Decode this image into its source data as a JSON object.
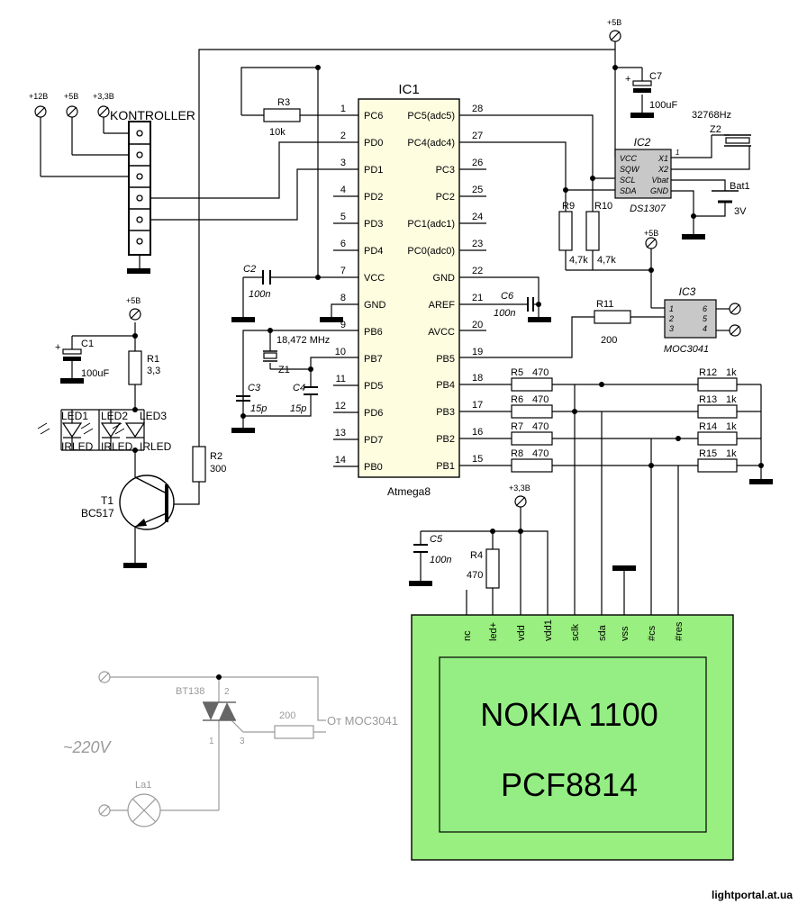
{
  "colors": {
    "lcd_body": "#99ef7f",
    "lcd_screen": "#94ee84",
    "ic_gray": "#c8c8c8",
    "wire": "#000000",
    "mains_gray": "#9a9a9a"
  },
  "ic1": {
    "name": "IC1",
    "part": "Atmega8",
    "left_pins": [
      {
        "num": "1",
        "label": "PC6"
      },
      {
        "num": "2",
        "label": "PD0"
      },
      {
        "num": "3",
        "label": "PD1"
      },
      {
        "num": "4",
        "label": "PD2"
      },
      {
        "num": "5",
        "label": "PD3"
      },
      {
        "num": "6",
        "label": "PD4"
      },
      {
        "num": "7",
        "label": "VCC"
      },
      {
        "num": "8",
        "label": "GND"
      },
      {
        "num": "9",
        "label": "PB6"
      },
      {
        "num": "10",
        "label": "PB7"
      },
      {
        "num": "11",
        "label": "PD5"
      },
      {
        "num": "12",
        "label": "PD6"
      },
      {
        "num": "13",
        "label": "PD7"
      },
      {
        "num": "14",
        "label": "PB0"
      }
    ],
    "right_pins": [
      {
        "num": "28",
        "label": "PC5(adc5)"
      },
      {
        "num": "27",
        "label": "PC4(adc4)"
      },
      {
        "num": "26",
        "label": "PC3"
      },
      {
        "num": "25",
        "label": "PC2"
      },
      {
        "num": "24",
        "label": "PC1(adc1)"
      },
      {
        "num": "23",
        "label": "PC0(adc0)"
      },
      {
        "num": "22",
        "label": "GND"
      },
      {
        "num": "21",
        "label": "AREF"
      },
      {
        "num": "20",
        "label": "AVCC"
      },
      {
        "num": "19",
        "label": "PB5"
      },
      {
        "num": "18",
        "label": "PB4"
      },
      {
        "num": "17",
        "label": "PB3"
      },
      {
        "num": "16",
        "label": "PB2"
      },
      {
        "num": "15",
        "label": "PB1"
      }
    ]
  },
  "ic2": {
    "name": "IC2",
    "part": "DS1307",
    "pins_left": [
      "VCC",
      "SQW",
      "SCL",
      "SDA"
    ],
    "pins_right": [
      "X1",
      "X2",
      "Vbat",
      "GND"
    ],
    "pin_marker": "1"
  },
  "ic3": {
    "name": "IC3",
    "part": "MOC3041",
    "pins_left": [
      "1",
      "2",
      "3"
    ],
    "pins_right": [
      "6",
      "5",
      "4"
    ]
  },
  "supplies": {
    "v12": "+12В",
    "v5": "+5В",
    "v33": "+3,3В",
    "v5_ic2": "+5В",
    "v5_c1": "+5В",
    "v5_ic3": "+5В",
    "v33_lcd": "+3,3В"
  },
  "connector": {
    "label": "KONTROLLER"
  },
  "components": {
    "r3": {
      "ref": "R3",
      "value": "10k"
    },
    "r1": {
      "ref": "R1",
      "value": "3,3"
    },
    "r2": {
      "ref": "R2",
      "value": "300"
    },
    "r9": {
      "ref": "R9",
      "value": "4,7k"
    },
    "r10": {
      "ref": "R10",
      "value": "4,7k"
    },
    "r11": {
      "ref": "R11",
      "value": "200"
    },
    "r4": {
      "ref": "R4",
      "value": "470"
    },
    "r5": {
      "ref": "R5",
      "value": "470"
    },
    "r6": {
      "ref": "R6",
      "value": "470"
    },
    "r7": {
      "ref": "R7",
      "value": "470"
    },
    "r8": {
      "ref": "R8",
      "value": "470"
    },
    "r12": {
      "ref": "R12",
      "value": "1k"
    },
    "r13": {
      "ref": "R13",
      "value": "1k"
    },
    "r14": {
      "ref": "R14",
      "value": "1k"
    },
    "r15": {
      "ref": "R15",
      "value": "1k"
    },
    "c1": {
      "ref": "C1",
      "value": "100uF"
    },
    "c2": {
      "ref": "C2",
      "value": "100n"
    },
    "c3": {
      "ref": "C3",
      "value": "15p"
    },
    "c4": {
      "ref": "C4",
      "value": "15p"
    },
    "c5": {
      "ref": "C5",
      "value": "100n"
    },
    "c6": {
      "ref": "C6",
      "value": "100n"
    },
    "c7": {
      "ref": "C7",
      "value": "100uF"
    },
    "z1": {
      "ref": "Z1",
      "value": "18,472 MHz"
    },
    "z2": {
      "ref": "Z2",
      "value": "32768Hz"
    },
    "bat1": {
      "ref": "Bat1",
      "value": "3V"
    },
    "t1": {
      "ref": "T1",
      "value": "BC517"
    },
    "led1": {
      "ref": "LED1",
      "type": "IRLED"
    },
    "led2": {
      "ref": "LED2",
      "type": "IRLED"
    },
    "led3": {
      "ref": "LED3",
      "type": "IRLED"
    }
  },
  "lcd": {
    "pins": [
      "nc",
      "led+",
      "vdd",
      "vdd1",
      "sclk",
      "sda",
      "vss",
      "#cs",
      "#res"
    ],
    "title": "NOKIA 1100",
    "controller": "PCF8814"
  },
  "mains": {
    "voltage": "~220V",
    "triac": "BT138",
    "resistor": "200",
    "from_label": "От MOC3041",
    "lamp": "La1",
    "pin1": "1",
    "pin2": "2",
    "pin3": "3"
  },
  "plus_sign": "+",
  "watermark": "lightportal.at.ua"
}
